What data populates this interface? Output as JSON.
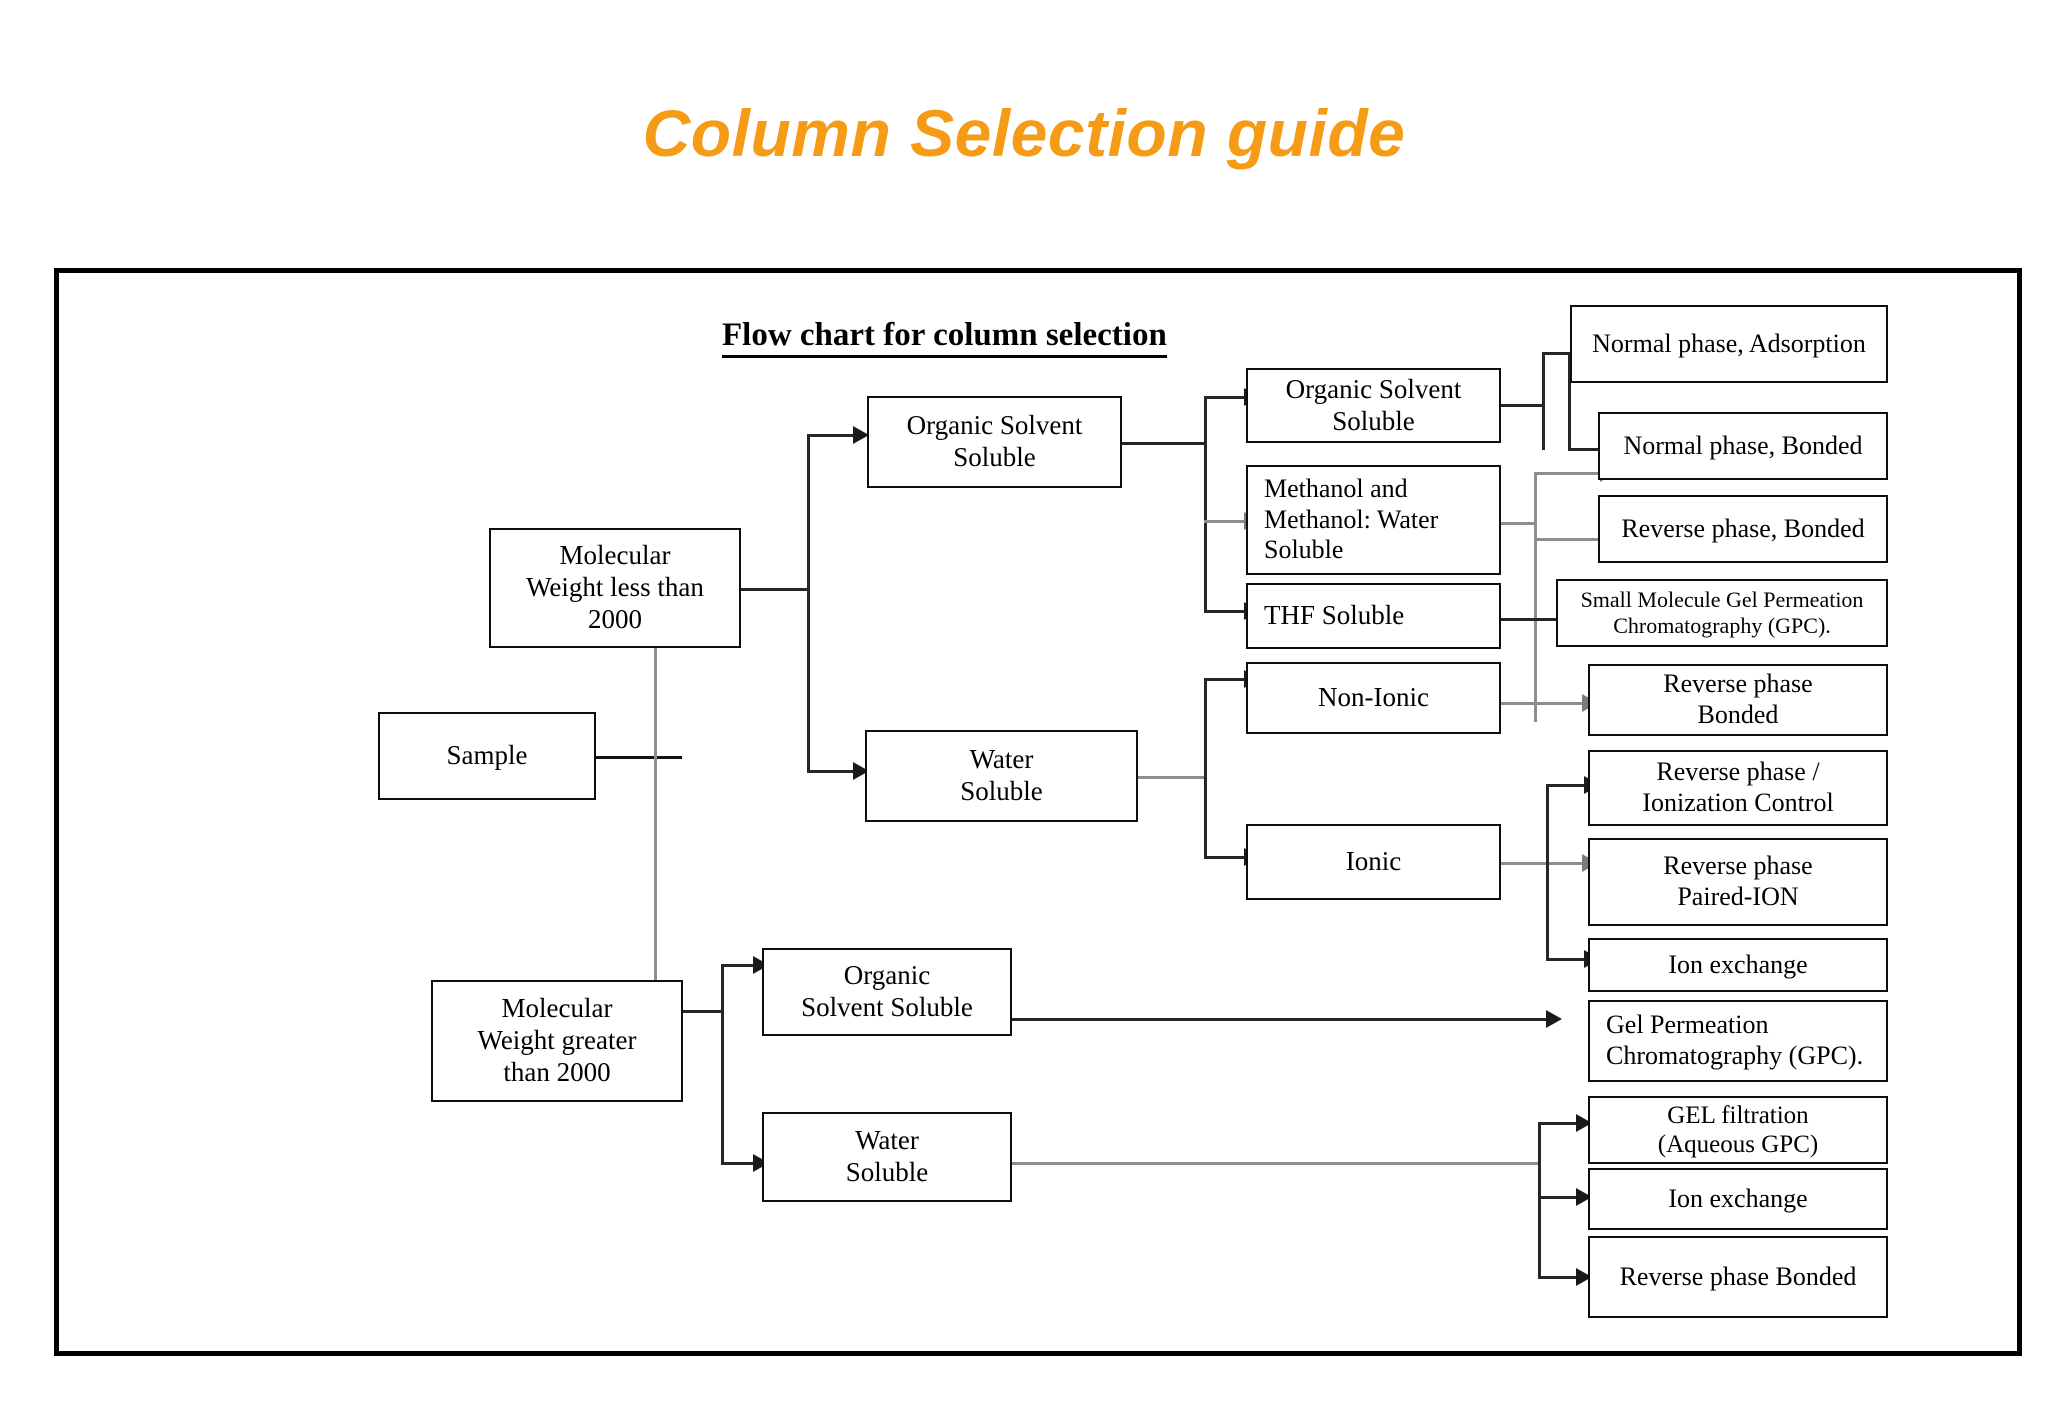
{
  "slide": {
    "title": "Column Selection guide",
    "title_color": "#f59b15"
  },
  "chart": {
    "heading": "Flow chart for column selection",
    "frame_color": "#000000",
    "box_border_color": "#0d0d12",
    "connector_color": "#262626",
    "gray_connector_color": "#8d8d8d"
  },
  "chart_data": {
    "type": "flowchart",
    "title": "Flow chart for column selection",
    "nodes": [
      {
        "id": "sample",
        "label": "Sample",
        "column": 1
      },
      {
        "id": "mw_less",
        "label": "Molecular\nWeight less than\n2000",
        "column": 1
      },
      {
        "id": "mw_greater",
        "label": "Molecular\nWeight greater\nthan 2000",
        "column": 1
      },
      {
        "id": "org_solv_sol_top",
        "label": "Organic Solvent\nSoluble",
        "column": 2
      },
      {
        "id": "water_sol_top",
        "label": "Water\nSoluble",
        "column": 2
      },
      {
        "id": "org_solv_sol_bot",
        "label": "Organic\nSolvent Soluble",
        "column": 2
      },
      {
        "id": "water_sol_bot",
        "label": "Water\nSoluble",
        "column": 2
      },
      {
        "id": "org_solvent_sol_3",
        "label": "Organic Solvent\nSoluble",
        "column": 3
      },
      {
        "id": "methanol",
        "label": "Methanol and\nMethanol: Water\nSoluble",
        "column": 3
      },
      {
        "id": "thf",
        "label": "THF Soluble",
        "column": 3
      },
      {
        "id": "non_ionic",
        "label": "Non-Ionic",
        "column": 3
      },
      {
        "id": "ionic",
        "label": "Ionic",
        "column": 3
      },
      {
        "id": "np_adsorption",
        "label": "Normal phase, Adsorption",
        "column": 4
      },
      {
        "id": "np_bonded",
        "label": "Normal phase, Bonded",
        "column": 4
      },
      {
        "id": "rp_bonded_1",
        "label": "Reverse phase, Bonded",
        "column": 4
      },
      {
        "id": "small_gpc",
        "label": "Small  Molecule Gel Permeation\nChromatography (GPC).",
        "column": 4
      },
      {
        "id": "rp_bonded_2",
        "label": "Reverse phase\nBonded",
        "column": 4
      },
      {
        "id": "rp_ionization",
        "label": "Reverse phase /\nIonization Control",
        "column": 4
      },
      {
        "id": "rp_paired_ion",
        "label": "Reverse phase\nPaired-ION",
        "column": 4
      },
      {
        "id": "ion_exchange_1",
        "label": "Ion exchange",
        "column": 4
      },
      {
        "id": "gpc",
        "label": "Gel Permeation\nChromatography (GPC).",
        "column": 4
      },
      {
        "id": "gel_filtration",
        "label": "GEL filtration\n(Aqueous GPC)",
        "column": 4
      },
      {
        "id": "ion_exchange_2",
        "label": "Ion exchange",
        "column": 4
      },
      {
        "id": "rp_bonded_3",
        "label": "Reverse phase Bonded",
        "column": 4
      }
    ],
    "edges": [
      {
        "from": "sample",
        "to": "mw_less",
        "style": "gray-double-arrow"
      },
      {
        "from": "sample",
        "to": "mw_greater",
        "style": "gray-double-arrow"
      },
      {
        "from": "mw_less",
        "to": "org_solv_sol_top",
        "style": "elbow-arrow"
      },
      {
        "from": "mw_less",
        "to": "water_sol_top",
        "style": "elbow-arrow"
      },
      {
        "from": "org_solv_sol_top",
        "to": "org_solvent_sol_3",
        "style": "elbow-arrow"
      },
      {
        "from": "org_solv_sol_top",
        "to": "methanol",
        "style": "elbow-arrow"
      },
      {
        "from": "org_solv_sol_top",
        "to": "thf",
        "style": "elbow-arrow"
      },
      {
        "from": "org_solvent_sol_3",
        "to": "np_adsorption",
        "style": "elbow-arrow"
      },
      {
        "from": "org_solvent_sol_3",
        "to": "np_bonded",
        "style": "elbow-arrow"
      },
      {
        "from": "methanol",
        "to": "np_bonded",
        "style": "elbow-arrow"
      },
      {
        "from": "methanol",
        "to": "rp_bonded_1",
        "style": "elbow-arrow"
      },
      {
        "from": "thf",
        "to": "small_gpc",
        "style": "straight-arrow"
      },
      {
        "from": "water_sol_top",
        "to": "non_ionic",
        "style": "elbow-arrow"
      },
      {
        "from": "water_sol_top",
        "to": "ionic",
        "style": "elbow-arrow"
      },
      {
        "from": "non_ionic",
        "to": "rp_bonded_2",
        "style": "straight-arrow"
      },
      {
        "from": "ionic",
        "to": "rp_ionization",
        "style": "elbow-arrow"
      },
      {
        "from": "ionic",
        "to": "rp_paired_ion",
        "style": "straight-arrow"
      },
      {
        "from": "ionic",
        "to": "ion_exchange_1",
        "style": "elbow-arrow"
      },
      {
        "from": "mw_greater",
        "to": "org_solv_sol_bot",
        "style": "elbow-arrow"
      },
      {
        "from": "mw_greater",
        "to": "water_sol_bot",
        "style": "elbow-arrow"
      },
      {
        "from": "org_solv_sol_bot",
        "to": "gpc",
        "style": "straight-arrow"
      },
      {
        "from": "water_sol_bot",
        "to": "gel_filtration",
        "style": "elbow-arrow"
      },
      {
        "from": "water_sol_bot",
        "to": "ion_exchange_2",
        "style": "elbow-arrow"
      },
      {
        "from": "water_sol_bot",
        "to": "rp_bonded_3",
        "style": "elbow-arrow"
      }
    ]
  }
}
